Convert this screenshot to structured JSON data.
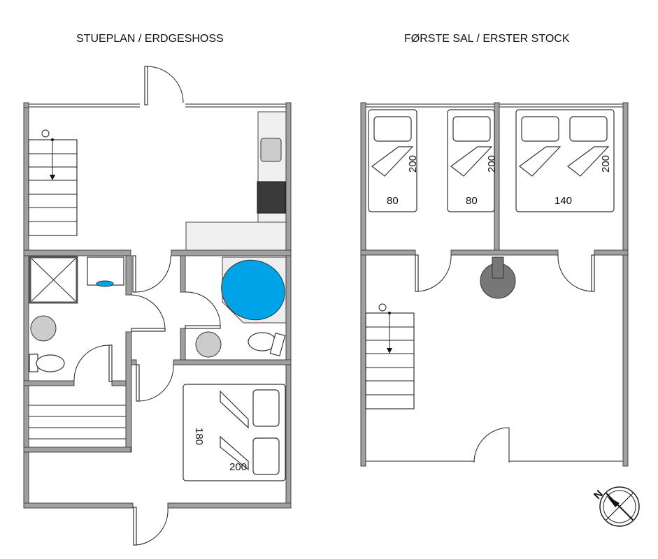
{
  "titles": {
    "ground": "STUEPLAN / ERDGESHOSS",
    "first": "FØRSTE SAL / ERSTER STOCK"
  },
  "ground_floor": {
    "bed": {
      "length": "200",
      "width": "180"
    }
  },
  "first_floor": {
    "beds": [
      {
        "length": "200",
        "width": "80"
      },
      {
        "length": "200",
        "width": "80"
      },
      {
        "length": "200",
        "width": "140"
      }
    ]
  },
  "compass": {
    "label": "N"
  },
  "colors": {
    "wall": "#a0a0a0",
    "bathtub": "#00a2e8",
    "hob": "#3a3a3a",
    "counter": "#f0f0f0"
  }
}
